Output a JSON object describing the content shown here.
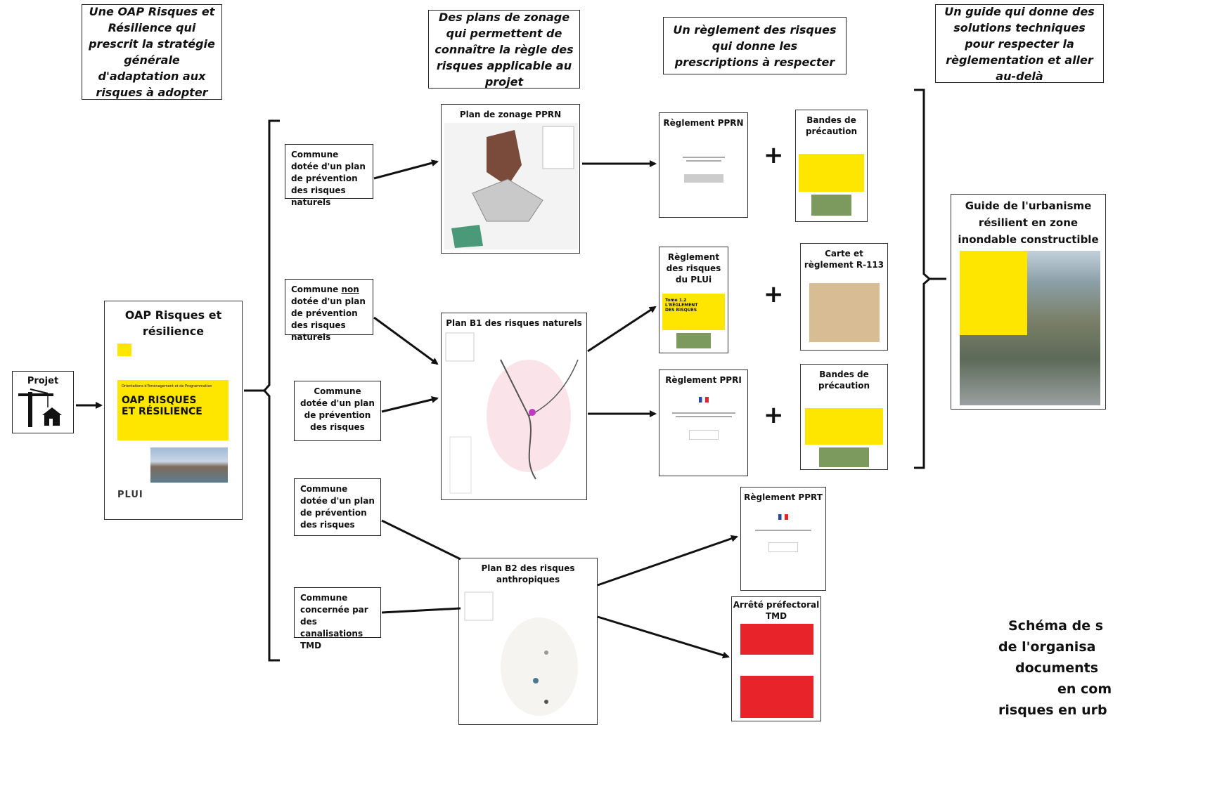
{
  "headers": {
    "oap": "Une OAP Risques et Résilience  qui prescrit la stratégie générale d'adaptation aux risques à adopter",
    "zonage": "Des plans de zonage qui permettent de connaître la règle des risques applicable au projet",
    "reglement": "Un règlement des risques qui donne les prescriptions à respecter",
    "guide": "Un guide qui donne des solutions techniques pour respecter la règlementation et aller au-delà"
  },
  "projet": {
    "label": "Projet"
  },
  "oap_doc": {
    "title": "OAP Risques et résilience",
    "cover_subtitle": "Orientations d'Aménagement et de Programmation",
    "cover_line1": "OAP RISQUES",
    "cover_line2": "ET RÉSILIENCE",
    "brand": "PLUI"
  },
  "communes": {
    "c1": "Commune dotée d'un plan de prévention des risques naturels",
    "c2_pre": "Commune ",
    "c2_non": "non",
    "c2_post": " dotée d'un plan de prévention des risques naturels",
    "c3": "Commune dotée d'un plan de prévention des risques",
    "c4": "Commune dotée d'un plan de prévention des risques",
    "c5": "Commune concernée par des canalisations TMD"
  },
  "plans": {
    "pprn": "Plan de zonage PPRN",
    "b1": "Plan B1 des risques naturels",
    "b2": "Plan B2 des risques anthropiques"
  },
  "reglements": {
    "pprn": "Règlement PPRN",
    "plui": "Règlement des risques du PLUi",
    "ppri": "Règlement PPRI",
    "pprt": "Règlement PPRT",
    "tmd": "Arrêté préfectoral TMD"
  },
  "extras": {
    "bandes1": "Bandes de précaution",
    "carte": "Carte et règlement R-113",
    "bandes2": "Bandes de précaution",
    "tome_line1": "Tome 1.2",
    "tome_line2": "L'RÈGLEMENT",
    "tome_line3": "DES RISQUES",
    "plus": "+"
  },
  "guide": {
    "title": "Guide de l'urbanisme résilient en zone inondable constructible"
  },
  "caption": {
    "line1": "Schéma de s",
    "line2": "de l'organisa",
    "line3": "documents",
    "line4": "en com",
    "line5": "risques en urb"
  },
  "colors": {
    "yellow": "#ffe600",
    "red": "#e8232a",
    "frame": "#222222"
  }
}
